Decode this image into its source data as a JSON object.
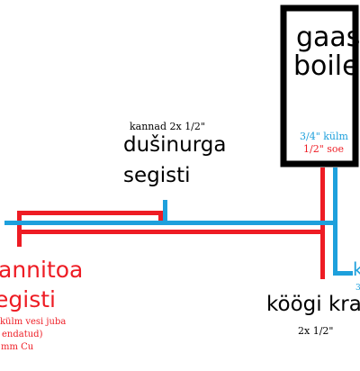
{
  "colors": {
    "hot": "#ee1c24",
    "cold": "#1ea0dc",
    "box": "#000000",
    "text": "#000000"
  },
  "boiler": {
    "line1": "gaasi",
    "line2": "boiler",
    "cold_spec": "3/4\" külm",
    "hot_spec": "1/2\" soe"
  },
  "shower": {
    "connections": "kannad 2x 1/2\"",
    "line1": "dušinurga",
    "line2": "segisti"
  },
  "bath": {
    "line1": "annitoa",
    "line2": "egisti",
    "note1": "külm vesi juba",
    "note2": "endatud)",
    "note3": "mm Cu"
  },
  "kitchen": {
    "label": "köögi kra",
    "connections": "2x 1/2\"",
    "cold_letter": "k",
    "cold_digit": "3"
  }
}
